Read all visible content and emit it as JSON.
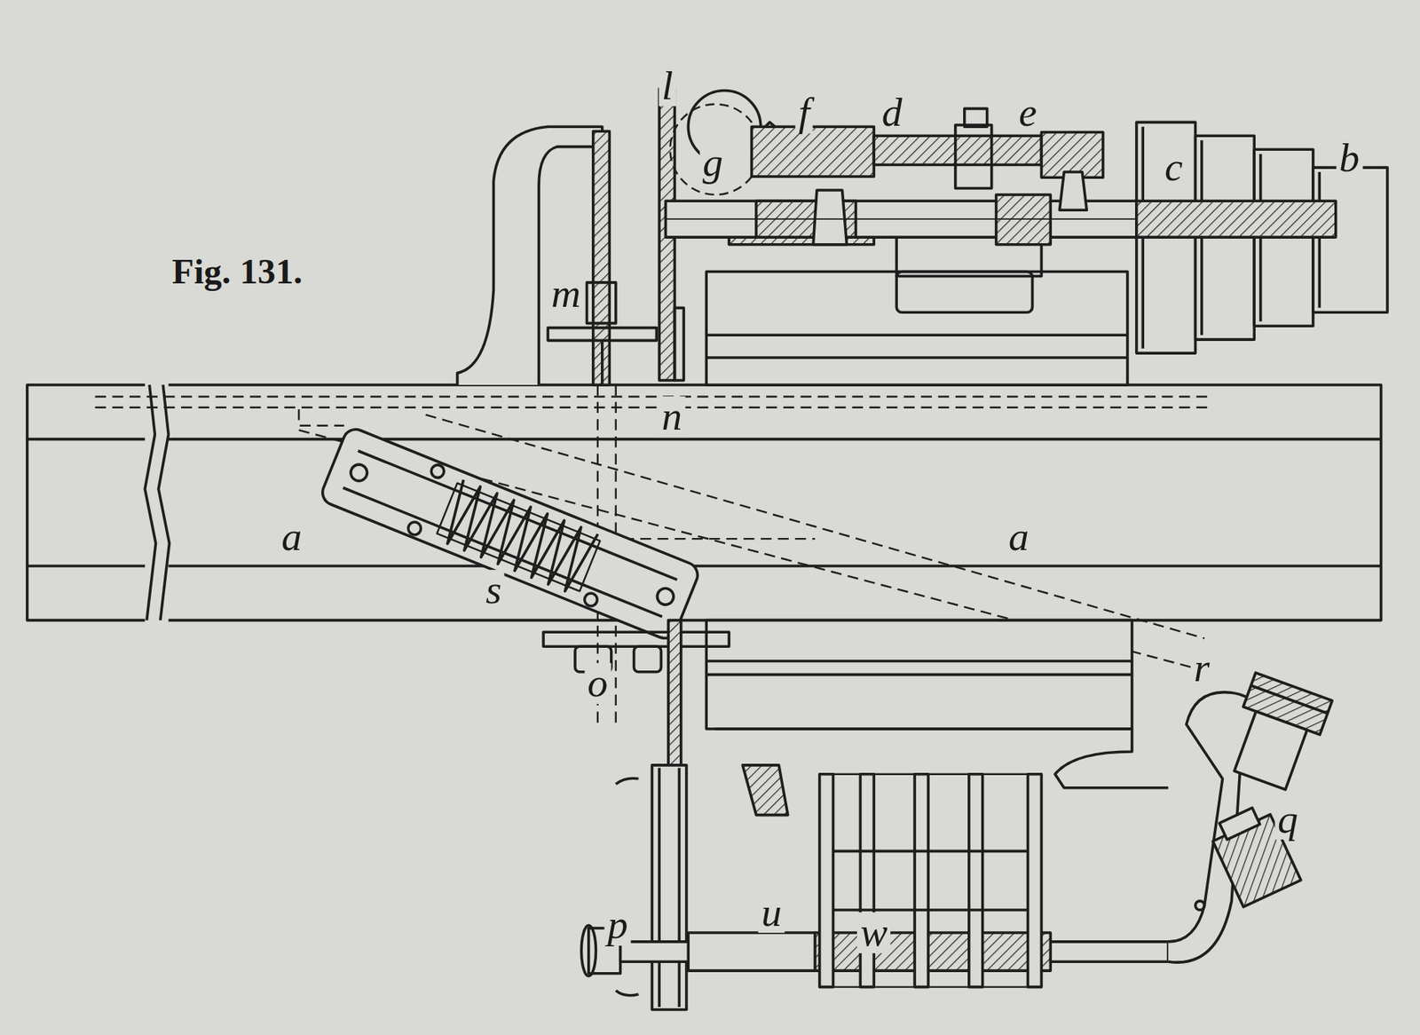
{
  "diagram": {
    "labels": [
      "l",
      "f",
      "d",
      "e",
      "g",
      "c",
      "b",
      "Fig. 131.",
      "m",
      "n",
      "a",
      "a",
      "s",
      "o",
      "r",
      "q",
      "p",
      "u",
      "w"
    ]
  }
}
